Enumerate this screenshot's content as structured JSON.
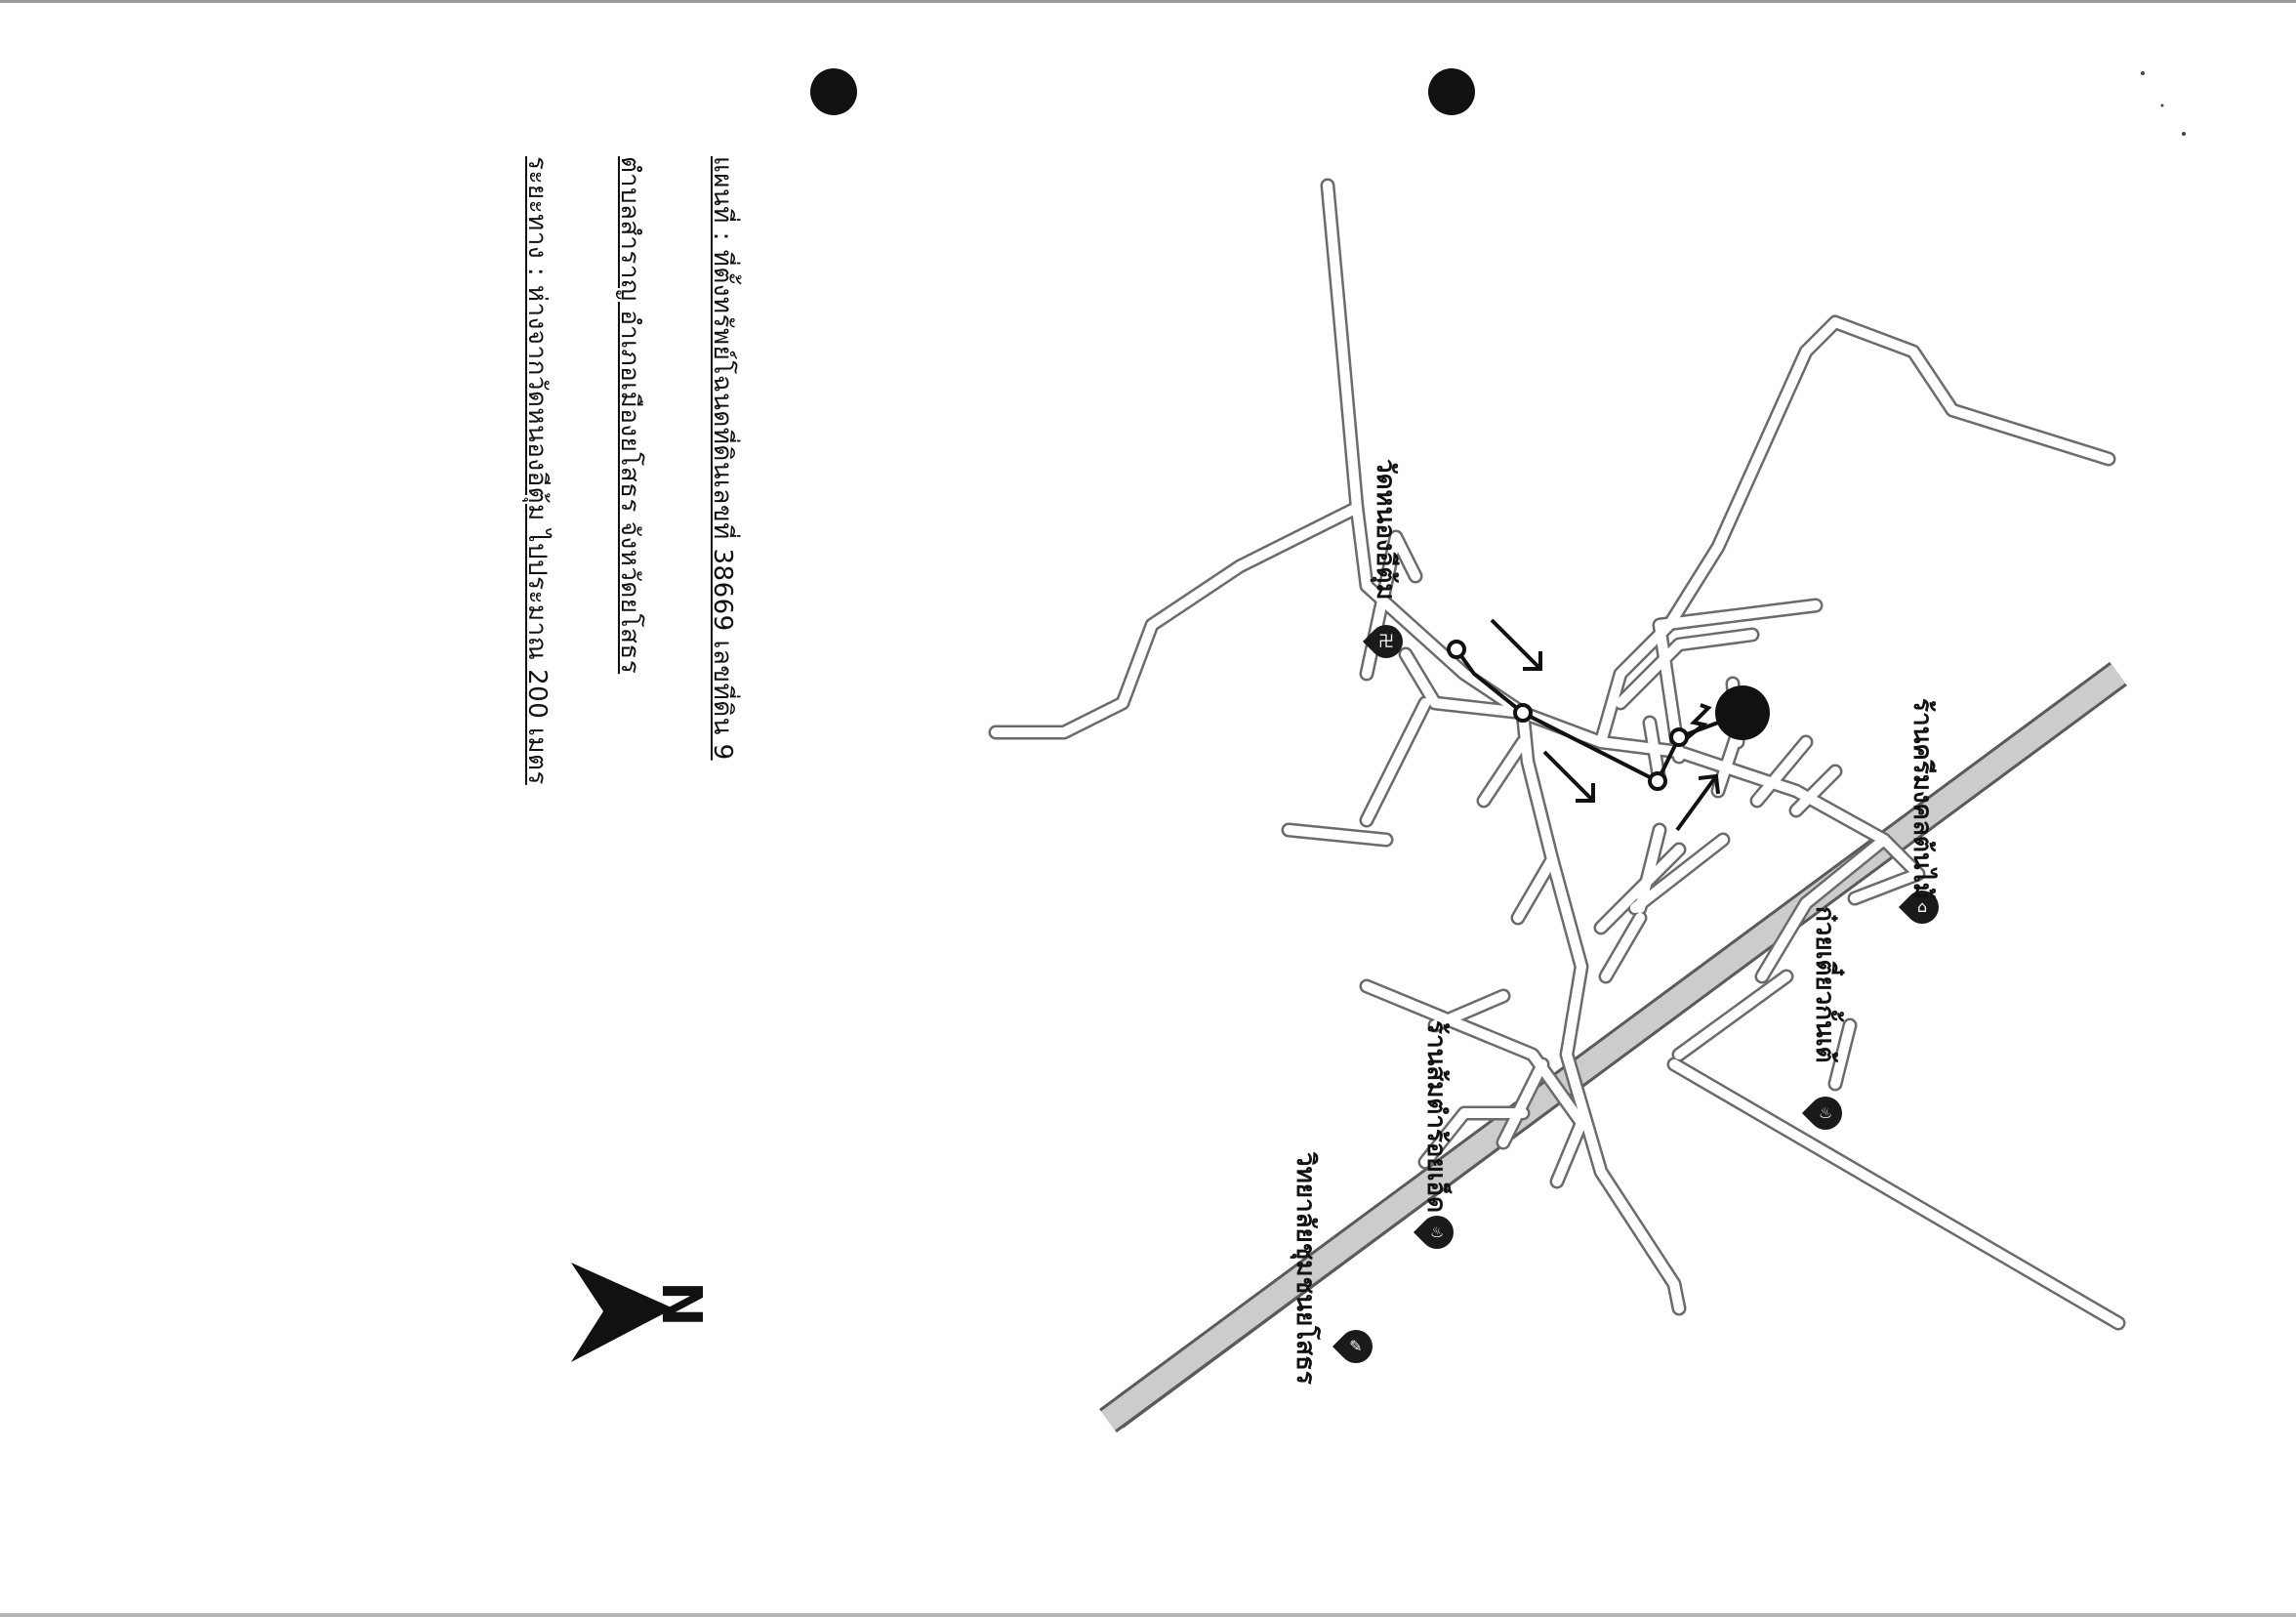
{
  "info": {
    "line1": "แผนที่ : ที่ตั้งทรัพย์โฉนดที่ดินเลขที่ 38669 เลขที่ดิน 9",
    "line2": "ตำบลสำราญ อำเภอเมืองยโสธร จังหวัดยโสธร",
    "line3": "ระยะทาง : ห่างจากวัดหนองอีตุ้ม ไปประมาณ 200 เมตร"
  },
  "pois": {
    "temple": "วัดหนองอีตุ้ม",
    "tree_shop": "ร้านครีมงคลต้นไม้",
    "noodle": "ก๋วยเตี๋ยวกั้นเต้",
    "somtam": "ร้านส้มตำร้อยเอ็ด",
    "college": "วิทยาลัยชุมชนยโสธร"
  },
  "compass": {
    "north_label": "N",
    "icon": "north-arrow-icon"
  },
  "colors": {
    "road": "#ffffff",
    "road_casing": "#6b6b6b",
    "highway": "#c9c9c9",
    "route": "#111111"
  }
}
